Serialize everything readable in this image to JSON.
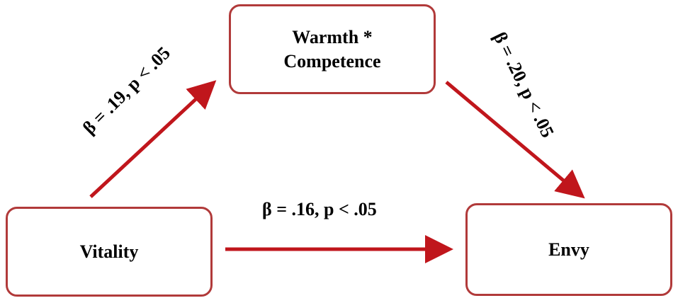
{
  "nodes": {
    "warmth_competence": {
      "line1": "Warmth *",
      "line2": "Competence"
    },
    "vitality": {
      "label": "Vitality"
    },
    "envy": {
      "label": "Envy"
    }
  },
  "paths": {
    "vitality_to_warmth": "β = .19, p < .05",
    "warmth_to_envy": "β = .20, p < .05",
    "vitality_to_envy": "β = .16, p < .05"
  },
  "colors": {
    "box_border": "#b13a3a",
    "arrow": "#c0161c",
    "text": "#000000"
  }
}
